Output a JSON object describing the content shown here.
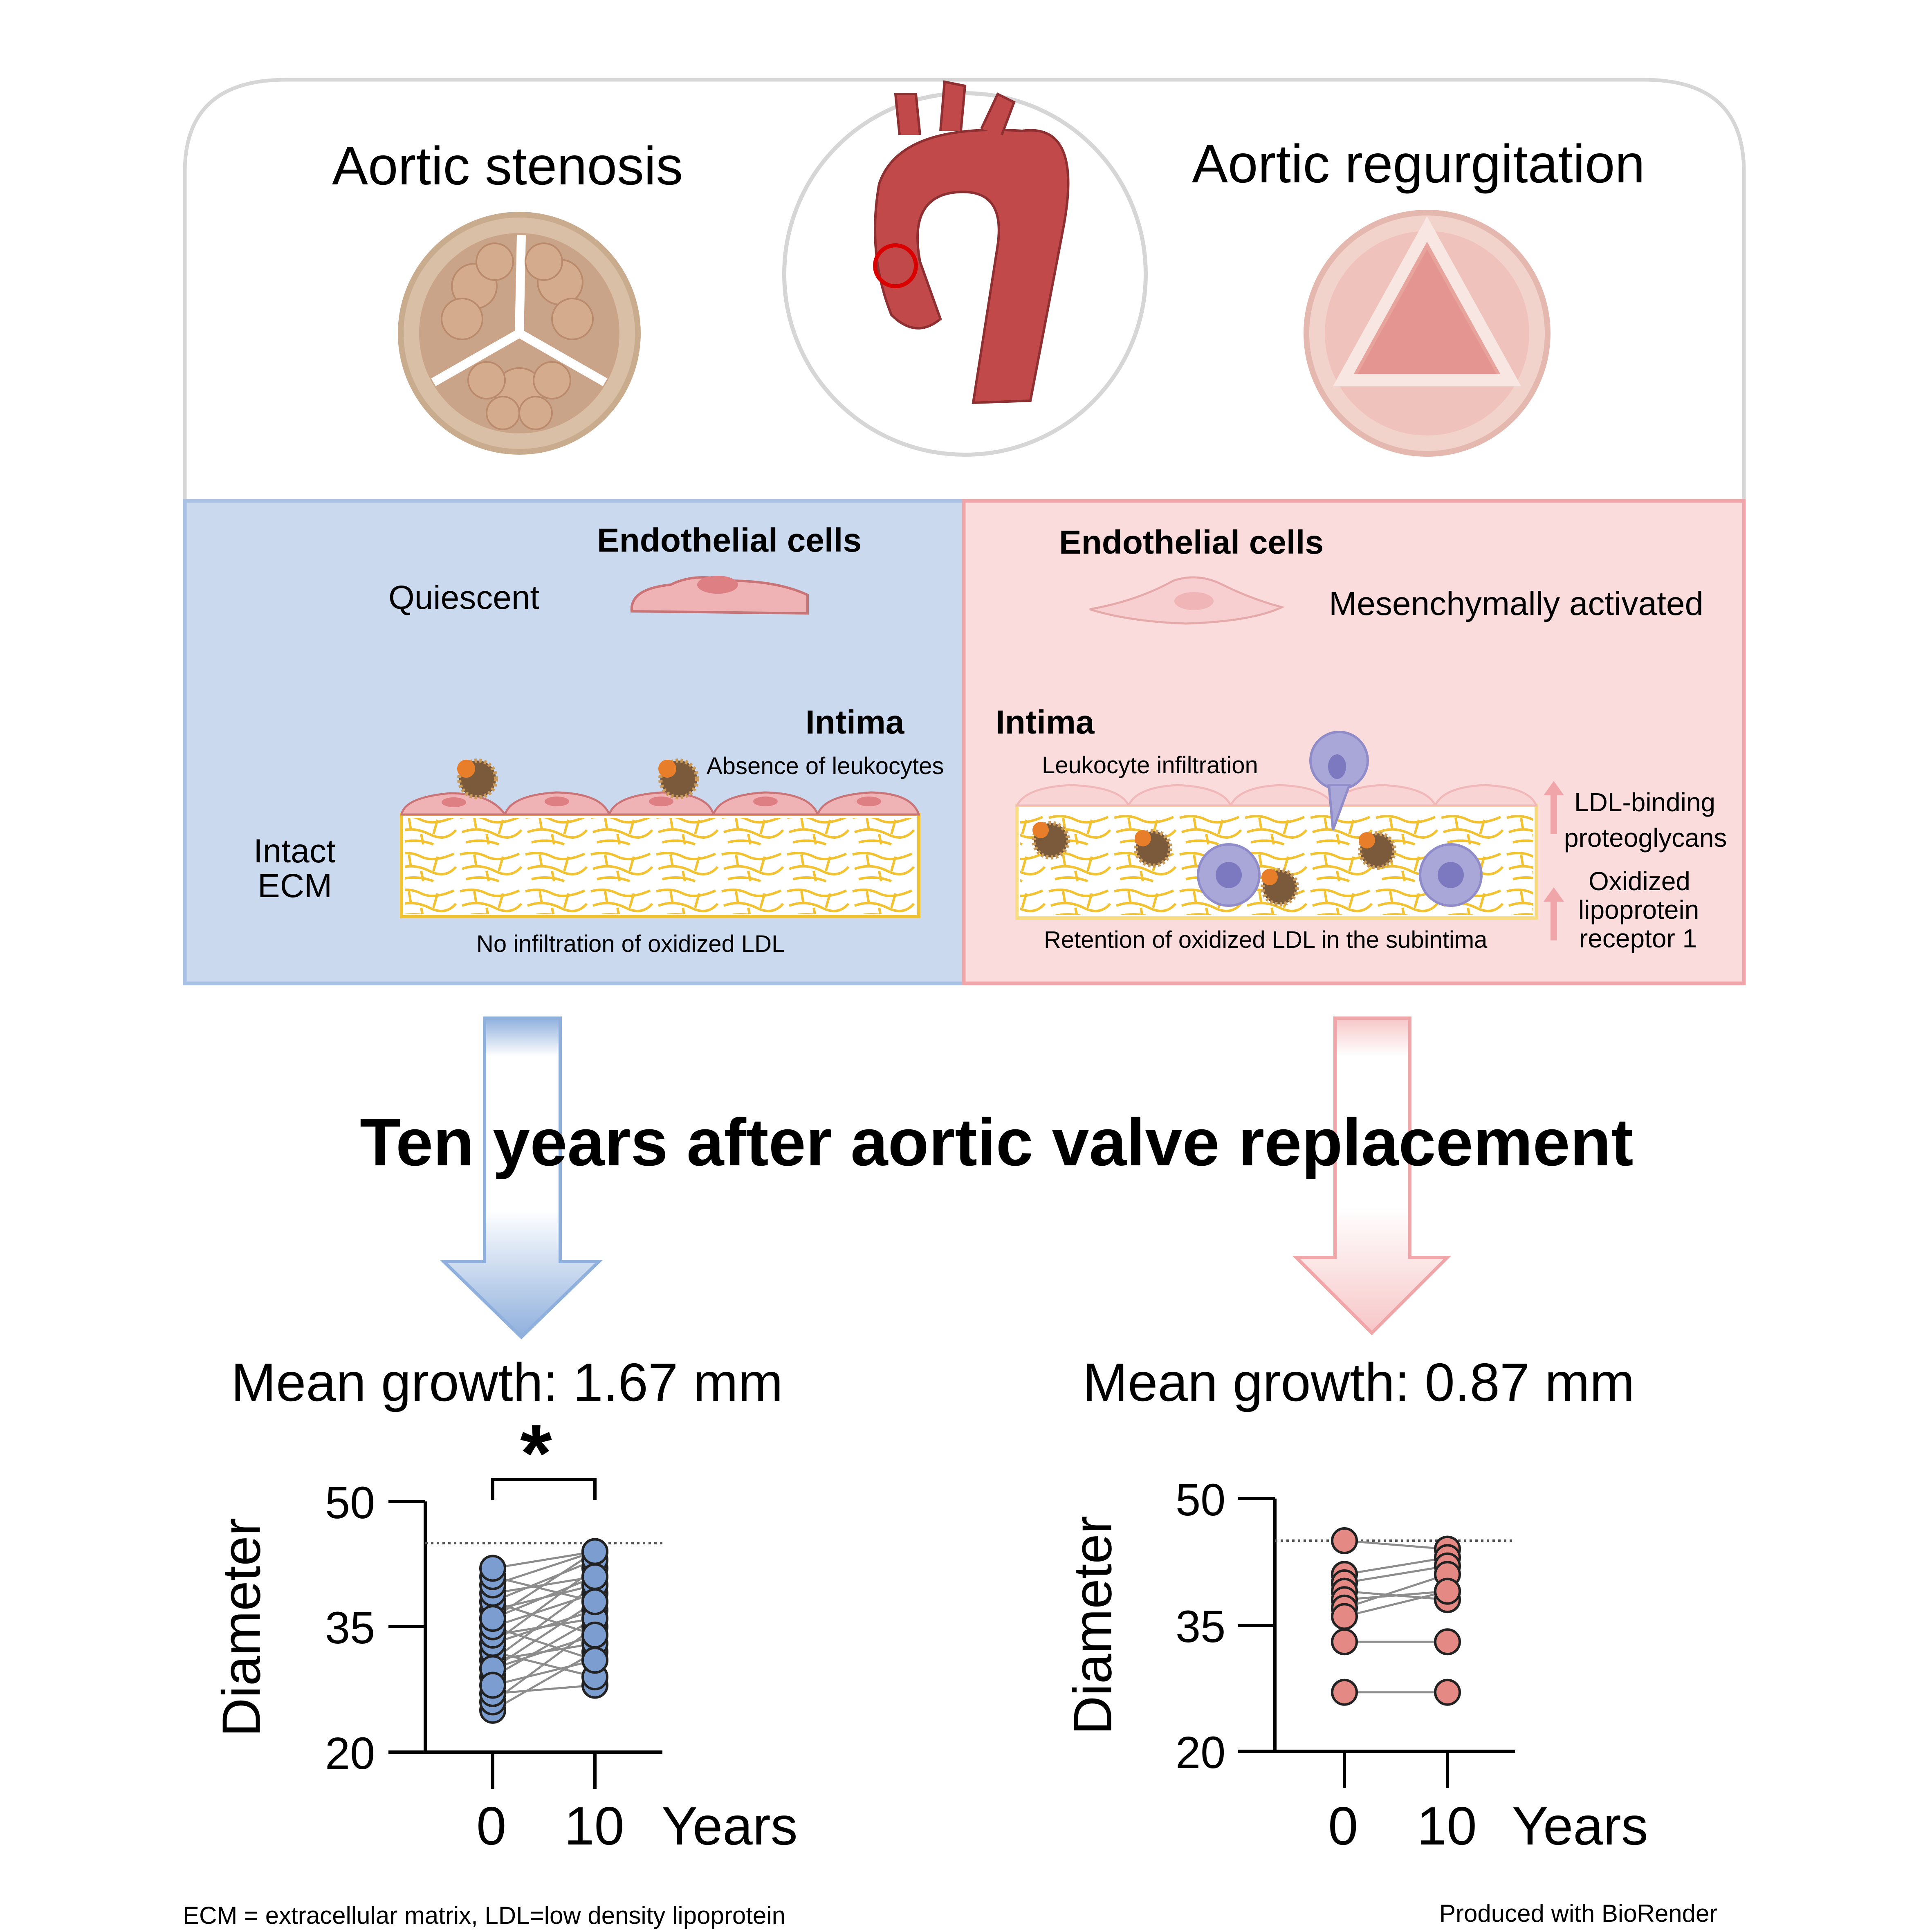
{
  "top": {
    "stenosis_title": "Aortic stenosis",
    "regurgitation_title": "Aortic regurgitation"
  },
  "left_panel": {
    "endothelial_title": "Endothelial cells",
    "endothelial_state": "Quiescent",
    "intima_title": "Intima",
    "intima_note": "Absence of leukocytes",
    "ecm_label_line1": "Intact",
    "ecm_label_line2": "ECM",
    "caption": "No infiltration of oxidized LDL",
    "color": "#cad9ee"
  },
  "right_panel": {
    "endothelial_title": "Endothelial cells",
    "endothelial_state": "Mesenchymally activated",
    "intima_title": "Intima",
    "intima_note": "Leukocyte infiltration",
    "marker1_line1": "LDL-binding",
    "marker1_line2": "proteoglycans",
    "marker2_line1": "Oxidized",
    "marker2_line2": "lipoprotein",
    "marker2_line3": "receptor 1",
    "caption": "Retention of oxidized LDL in the subintima",
    "color": "#fadcdd"
  },
  "banner": "Ten years after aortic valve replacement",
  "results": {
    "stenosis_growth": "Mean growth: 1.67 mm",
    "regurgitation_growth": "Mean growth: 0.87 mm",
    "significance": "*"
  },
  "chart_data": [
    {
      "type": "scatter",
      "ylabel": "Diameter",
      "xlabel": "Years",
      "x_ticks": [
        "0",
        "10"
      ],
      "y_ticks": [
        "50",
        "35",
        "20"
      ],
      "ylim": [
        20,
        50
      ],
      "threshold": 45,
      "significance": "*",
      "color": "#7b9dd0",
      "pairs": [
        [
          25,
          32
        ],
        [
          26,
          35
        ],
        [
          27,
          28
        ],
        [
          29,
          36
        ],
        [
          30,
          38
        ],
        [
          31,
          33
        ],
        [
          31,
          40
        ],
        [
          32,
          29
        ],
        [
          33,
          37
        ],
        [
          33,
          42
        ],
        [
          34,
          36
        ],
        [
          35,
          39
        ],
        [
          35,
          31
        ],
        [
          36,
          44
        ],
        [
          37,
          40
        ],
        [
          38,
          34
        ],
        [
          38,
          43
        ],
        [
          39,
          41
        ],
        [
          40,
          44
        ],
        [
          41,
          38
        ],
        [
          42,
          44
        ],
        [
          30,
          34
        ],
        [
          28,
          31
        ],
        [
          36,
          41
        ]
      ]
    },
    {
      "type": "scatter",
      "ylabel": "Diameter",
      "xlabel": "Years",
      "x_ticks": [
        "0",
        "10"
      ],
      "y_ticks": [
        "50",
        "35",
        "20"
      ],
      "ylim": [
        20,
        50
      ],
      "threshold": 45,
      "color": "#e58984",
      "pairs": [
        [
          45,
          44
        ],
        [
          41,
          43
        ],
        [
          40,
          42
        ],
        [
          39,
          38
        ],
        [
          38,
          39
        ],
        [
          37,
          41
        ],
        [
          36,
          39
        ],
        [
          33,
          33
        ],
        [
          27,
          27
        ]
      ]
    }
  ],
  "footer": {
    "abbreviations": "ECM = extracellular matrix, LDL=low density lipoprotein",
    "credit": "Produced with BioRender"
  }
}
